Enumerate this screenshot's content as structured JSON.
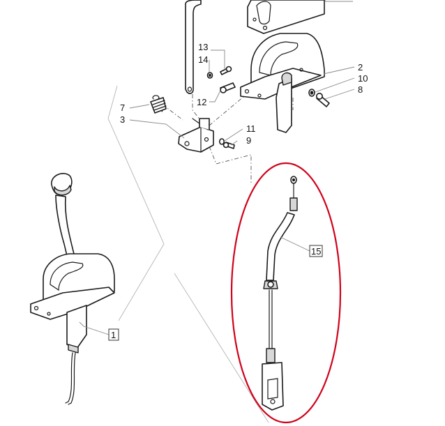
{
  "callouts": [
    {
      "label": "13"
    },
    {
      "label": "14"
    },
    {
      "label": "12"
    },
    {
      "label": "7"
    },
    {
      "label": "3"
    },
    {
      "label": "11"
    },
    {
      "label": "9"
    },
    {
      "label": "2"
    },
    {
      "label": "10"
    },
    {
      "label": "8"
    },
    {
      "label": "15"
    },
    {
      "label": "1"
    }
  ],
  "highlight_color": "#d0021b"
}
